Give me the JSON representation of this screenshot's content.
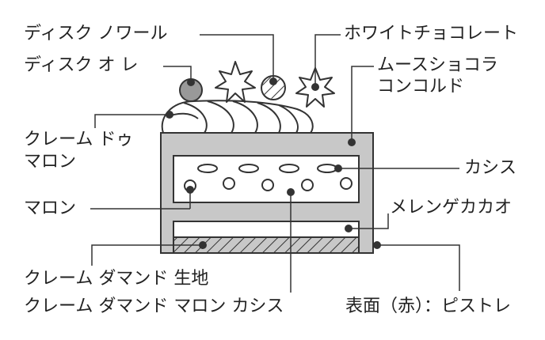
{
  "labels": {
    "disque_noir": "ディスク ノワール",
    "disque_au_lait": "ディスク オ レ",
    "creme_de_marron_1": "クレーム ドゥ",
    "creme_de_marron_2": "マロン",
    "marron": "マロン",
    "creme_damande_base": "クレーム ダマンド 生地",
    "creme_damande_marron_cassis": "クレーム ダマンド マロン カシス",
    "white_chocolate": "ホワイトチョコレート",
    "mousse_chocolat_1": "ムースショコラ",
    "mousse_chocolat_2": "コンコルド",
    "cassis": "カシス",
    "meringue_cacao": "メレンゲカカオ",
    "surface": "表面（赤）：ピストレ"
  },
  "colors": {
    "line": "#333333",
    "cake_fill": "#c8c8c8",
    "layer_fill": "#ffffff",
    "dot": "#333333",
    "chocolate_ball": "#999999"
  }
}
